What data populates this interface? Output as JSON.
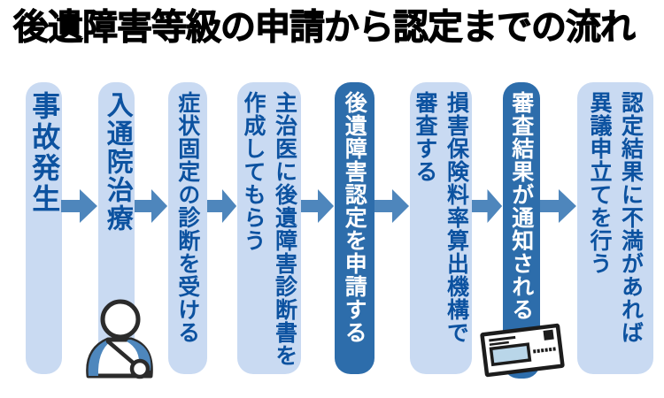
{
  "title": "後遺障害等級の申請から認定までの流れ",
  "steps": [
    {
      "label": "事故発生",
      "variant": "light"
    },
    {
      "label": "入通院治療",
      "variant": "light",
      "icon": "injured-person-icon"
    },
    {
      "label": "症状固定の診断を受ける",
      "variant": "light"
    },
    {
      "label": "主治医に後遺障害診断書を\n作成してもらう",
      "variant": "light"
    },
    {
      "label": "後遺障害認定を申請する",
      "variant": "dark"
    },
    {
      "label": "損害保険料率算出機構で\n審査する",
      "variant": "light"
    },
    {
      "label": "審査結果が通知される",
      "variant": "dark",
      "icon": "envelope-icon"
    },
    {
      "label": "認定結果に不満があれば\n異議申立てを行う",
      "variant": "light"
    }
  ],
  "colors": {
    "background": "#ffffff",
    "title_text": "#000000",
    "step_light_bg": "#c9daf2",
    "step_dark_bg": "#2d6dab",
    "step_text_blue": "#0c52a0",
    "step_text_white": "#ffffff",
    "arrow": "#4e86bc",
    "icon_outline": "#2b2b2b",
    "icon_accent_blue": "#4e87bd",
    "envelope_window": "#b9d6e9"
  }
}
